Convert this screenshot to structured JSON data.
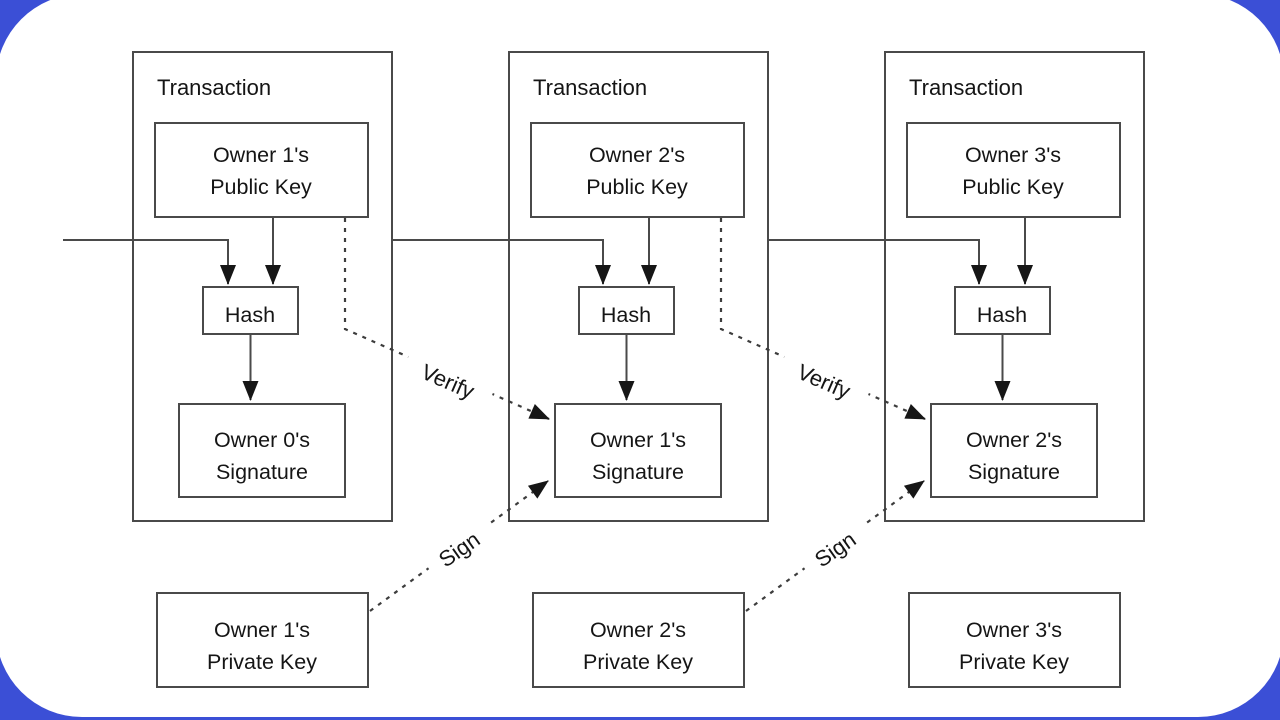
{
  "colors": {
    "background": "#3b4fd6",
    "card": "#ffffff",
    "line": "#4a4a4a",
    "text": "#151515"
  },
  "diagram": {
    "transactions": [
      {
        "title": "Transaction",
        "public_key_line1": "Owner 1's",
        "public_key_line2": "Public Key",
        "hash_label": "Hash",
        "signature_line1": "Owner 0's",
        "signature_line2": "Signature"
      },
      {
        "title": "Transaction",
        "public_key_line1": "Owner 2's",
        "public_key_line2": "Public Key",
        "hash_label": "Hash",
        "signature_line1": "Owner 1's",
        "signature_line2": "Signature"
      },
      {
        "title": "Transaction",
        "public_key_line1": "Owner 3's",
        "public_key_line2": "Public Key",
        "hash_label": "Hash",
        "signature_line1": "Owner 2's",
        "signature_line2": "Signature"
      }
    ],
    "private_keys": [
      {
        "line1": "Owner 1's",
        "line2": "Private Key"
      },
      {
        "line1": "Owner 2's",
        "line2": "Private Key"
      },
      {
        "line1": "Owner 3's",
        "line2": "Private Key"
      }
    ],
    "arrow_labels": {
      "verify": "Verify",
      "sign": "Sign"
    }
  }
}
